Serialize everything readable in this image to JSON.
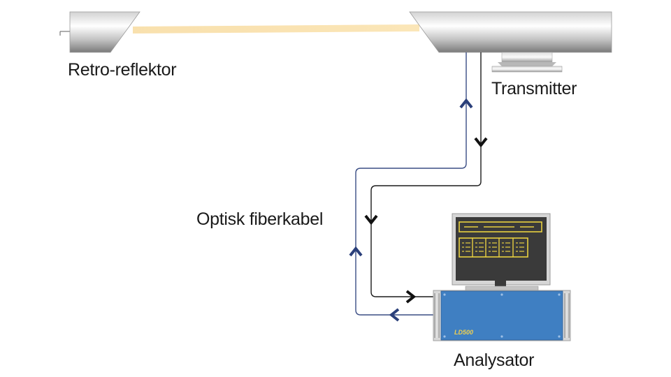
{
  "labels": {
    "retro_reflector": "Retro-reflektor",
    "transmitter": "Transmitter",
    "fiber_cable": "Optisk fiberkabel",
    "analyzer": "Analysator"
  },
  "analyzer_unit": {
    "model_badge": "LD500"
  },
  "colors": {
    "beam": "#f9dca0",
    "fiber_outgoing": "#3a4d84",
    "fiber_return": "#1a1a1a",
    "arrow_blue": "#2a3f7a",
    "arrow_black": "#111111",
    "analyzer_body": "#3f7fc2",
    "monitor_screen": "#3a3a3a",
    "monitor_graphics": "#e8d040"
  },
  "icons": {
    "retro_reflector": "retro-reflector-icon",
    "transmitter": "transmitter-icon",
    "monitor": "monitor-icon",
    "analyzer": "analyzer-rack-icon",
    "arrows": "chevron-arrow-icon"
  }
}
